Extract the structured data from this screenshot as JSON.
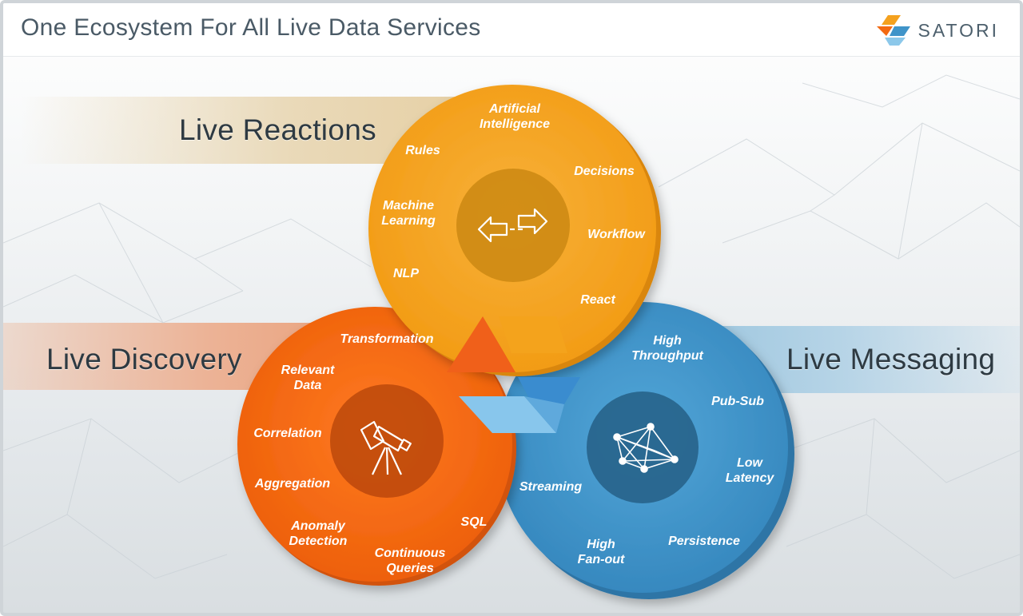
{
  "page_title": "One Ecosystem For All Live Data Services",
  "logo": {
    "text": "SATORI"
  },
  "colors": {
    "reactions": "#f4a11e",
    "discovery": "#f36a12",
    "messaging": "#3f94c9",
    "text_dark": "#2e3a42"
  },
  "sections": {
    "reactions": {
      "title": "Live Reactions",
      "icon": "arrows-exchange-icon",
      "items": [
        "Artificial",
        "Intelligence",
        "Rules",
        "Decisions",
        "Machine",
        "Learning",
        "Workflow",
        "NLP",
        "React"
      ]
    },
    "discovery": {
      "title": "Live Discovery",
      "icon": "telescope-icon",
      "items": [
        "Transformation",
        "Relevant",
        "Data",
        "Correlation",
        "Aggregation",
        "Anomaly",
        "Detection",
        "SQL",
        "Continuous",
        "Queries"
      ]
    },
    "messaging": {
      "title": "Live Messaging",
      "icon": "network-graph-icon",
      "items": [
        "High",
        "Throughput",
        "Pub-Sub",
        "Low",
        "Latency",
        "Streaming",
        "Persistence",
        "High",
        "Fan-out"
      ]
    }
  }
}
